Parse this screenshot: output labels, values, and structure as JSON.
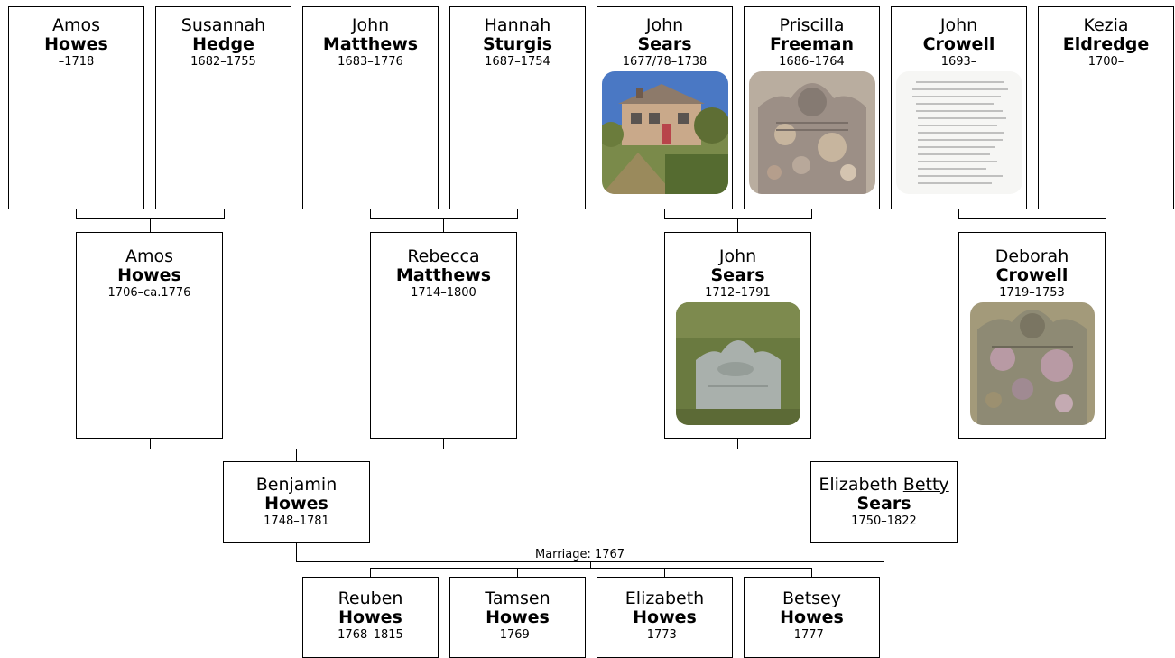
{
  "people": {
    "amos_howes_sr": {
      "given": "Amos",
      "surname": "Howes",
      "dates": "–1718"
    },
    "susannah_hedge": {
      "given": "Susannah",
      "surname": "Hedge",
      "dates": "1682–1755"
    },
    "john_matthews": {
      "given": "John",
      "surname": "Matthews",
      "dates": "1683–1776"
    },
    "hannah_sturgis": {
      "given": "Hannah",
      "surname": "Sturgis",
      "dates": "1687–1754"
    },
    "john_sears_sr": {
      "given": "John",
      "surname": "Sears",
      "dates": "1677/78–1738"
    },
    "priscilla_freeman": {
      "given": "Priscilla",
      "surname": "Freeman",
      "dates": "1686–1764"
    },
    "john_crowell": {
      "given": "John",
      "surname": "Crowell",
      "dates": "1693–"
    },
    "kezia_eldredge": {
      "given": "Kezia",
      "surname": "Eldredge",
      "dates": "1700–"
    },
    "amos_howes": {
      "given": "Amos",
      "surname": "Howes",
      "dates": "1706–ca.1776"
    },
    "rebecca_matthews": {
      "given": "Rebecca",
      "surname": "Matthews",
      "dates": "1714–1800"
    },
    "john_sears": {
      "given": "John",
      "surname": "Sears",
      "dates": "1712–1791"
    },
    "deborah_crowell": {
      "given": "Deborah",
      "surname": "Crowell",
      "dates": "1719–1753"
    },
    "benjamin_howes": {
      "given": "Benjamin",
      "surname": "Howes",
      "dates": "1748–1781"
    },
    "elizabeth_sears": {
      "given": "Elizabeth",
      "nickname": "Betty",
      "surname": "Sears",
      "dates": "1750–1822"
    },
    "reuben_howes": {
      "given": "Reuben",
      "surname": "Howes",
      "dates": "1768–1815"
    },
    "tamsen_howes": {
      "given": "Tamsen",
      "surname": "Howes",
      "dates": "1769–"
    },
    "elizabeth_howes": {
      "given": "Elizabeth",
      "surname": "Howes",
      "dates": "1773–"
    },
    "betsey_howes": {
      "given": "Betsey",
      "surname": "Howes",
      "dates": "1777–"
    }
  },
  "marriage": {
    "label": "Marriage: 1767"
  },
  "photos": {
    "house": {
      "icon": "house-photo-icon",
      "sky": "#4a78c4",
      "wall": "#c9a98a",
      "grass": "#7a8a4a"
    },
    "gravestone_freeman": {
      "icon": "gravestone-photo-icon",
      "stone": "#9c8f86",
      "lichen": "#c7b59e"
    },
    "document": {
      "icon": "handwritten-document-icon",
      "paper": "#f6f6f4",
      "ink": "#8a8a8a"
    },
    "gravestone_sears": {
      "icon": "gravestone-photo-icon",
      "stone": "#a9b0ac",
      "grass": "#6a7a40"
    },
    "gravestone_crowell": {
      "icon": "gravestone-photo-icon",
      "stone": "#8e8a74",
      "lichen": "#b89aa4"
    }
  }
}
